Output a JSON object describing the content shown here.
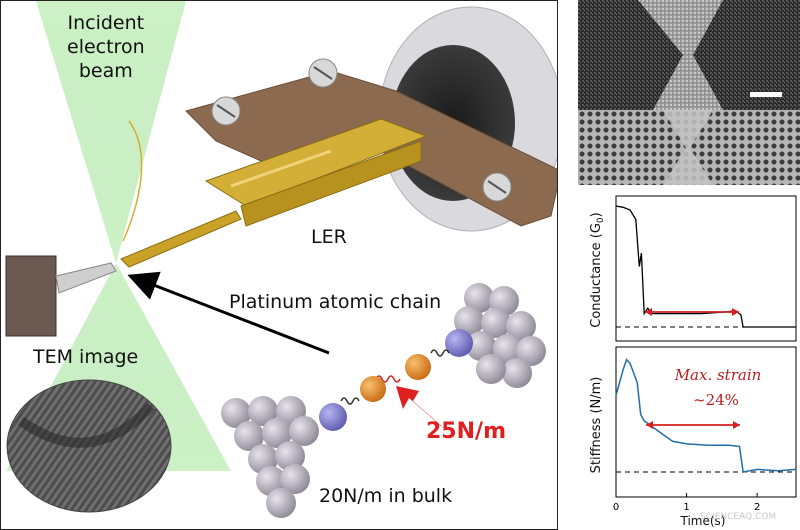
{
  "diagram": {
    "beam_label_line1": "Incident",
    "beam_label_line2": "electron",
    "beam_label_line3": "beam",
    "ler_label": "LER",
    "chain_label": "Platinum atomic chain",
    "tem_label": "TEM image",
    "chain_stiffness": "25N/m",
    "bulk_stiffness": "20N/m in bulk"
  },
  "conductance_plot": {
    "ylabel": "Conductance (G",
    "ylabel_sub": "0",
    "ylabel_end": ")"
  },
  "stiffness_plot": {
    "ylabel": "Stiffness (N/m)",
    "annotation_line1": "Max. strain",
    "annotation_line2": "~24%",
    "xlabel": "Time(s)",
    "xticks": [
      "0",
      "1",
      "2"
    ]
  },
  "watermark": "SCIENCEAQ.COM",
  "colors": {
    "beam": "#b8eab0",
    "gold": "#c9a227",
    "bracket": "#8b6a4f",
    "orange_atom": "#e08a1e",
    "purple_atom": "#7d7ad0",
    "gray_atom": "#a8a3ae",
    "arrow_red": "#e02020",
    "trace_black": "#000000",
    "trace_blue": "#1f6fa8"
  },
  "chart_data": [
    {
      "type": "line",
      "ylabel": "Conductance (G0)",
      "x": [
        0,
        0.1,
        0.2,
        0.28,
        0.33,
        0.36,
        0.4,
        0.45,
        0.5,
        0.8,
        1.2,
        1.5,
        1.7,
        1.77,
        1.8,
        2.0,
        2.3,
        2.55
      ],
      "y": [
        9.0,
        8.9,
        8.7,
        8.0,
        4.5,
        5.5,
        1.0,
        1.4,
        1.0,
        1.0,
        1.0,
        1.1,
        1.2,
        0.9,
        0.0,
        0.0,
        0.0,
        0.0
      ]
    },
    {
      "type": "line",
      "ylabel": "Stiffness (N/m)",
      "xlabel": "Time(s)",
      "x": [
        0,
        0.1,
        0.15,
        0.2,
        0.3,
        0.35,
        0.4,
        0.6,
        0.8,
        1.0,
        1.3,
        1.6,
        1.75,
        1.8,
        2.0,
        2.3,
        2.55
      ],
      "y": [
        60,
        80,
        88,
        85,
        70,
        45,
        40,
        32,
        24,
        22,
        21,
        21,
        20,
        0,
        2,
        1,
        2
      ]
    }
  ]
}
